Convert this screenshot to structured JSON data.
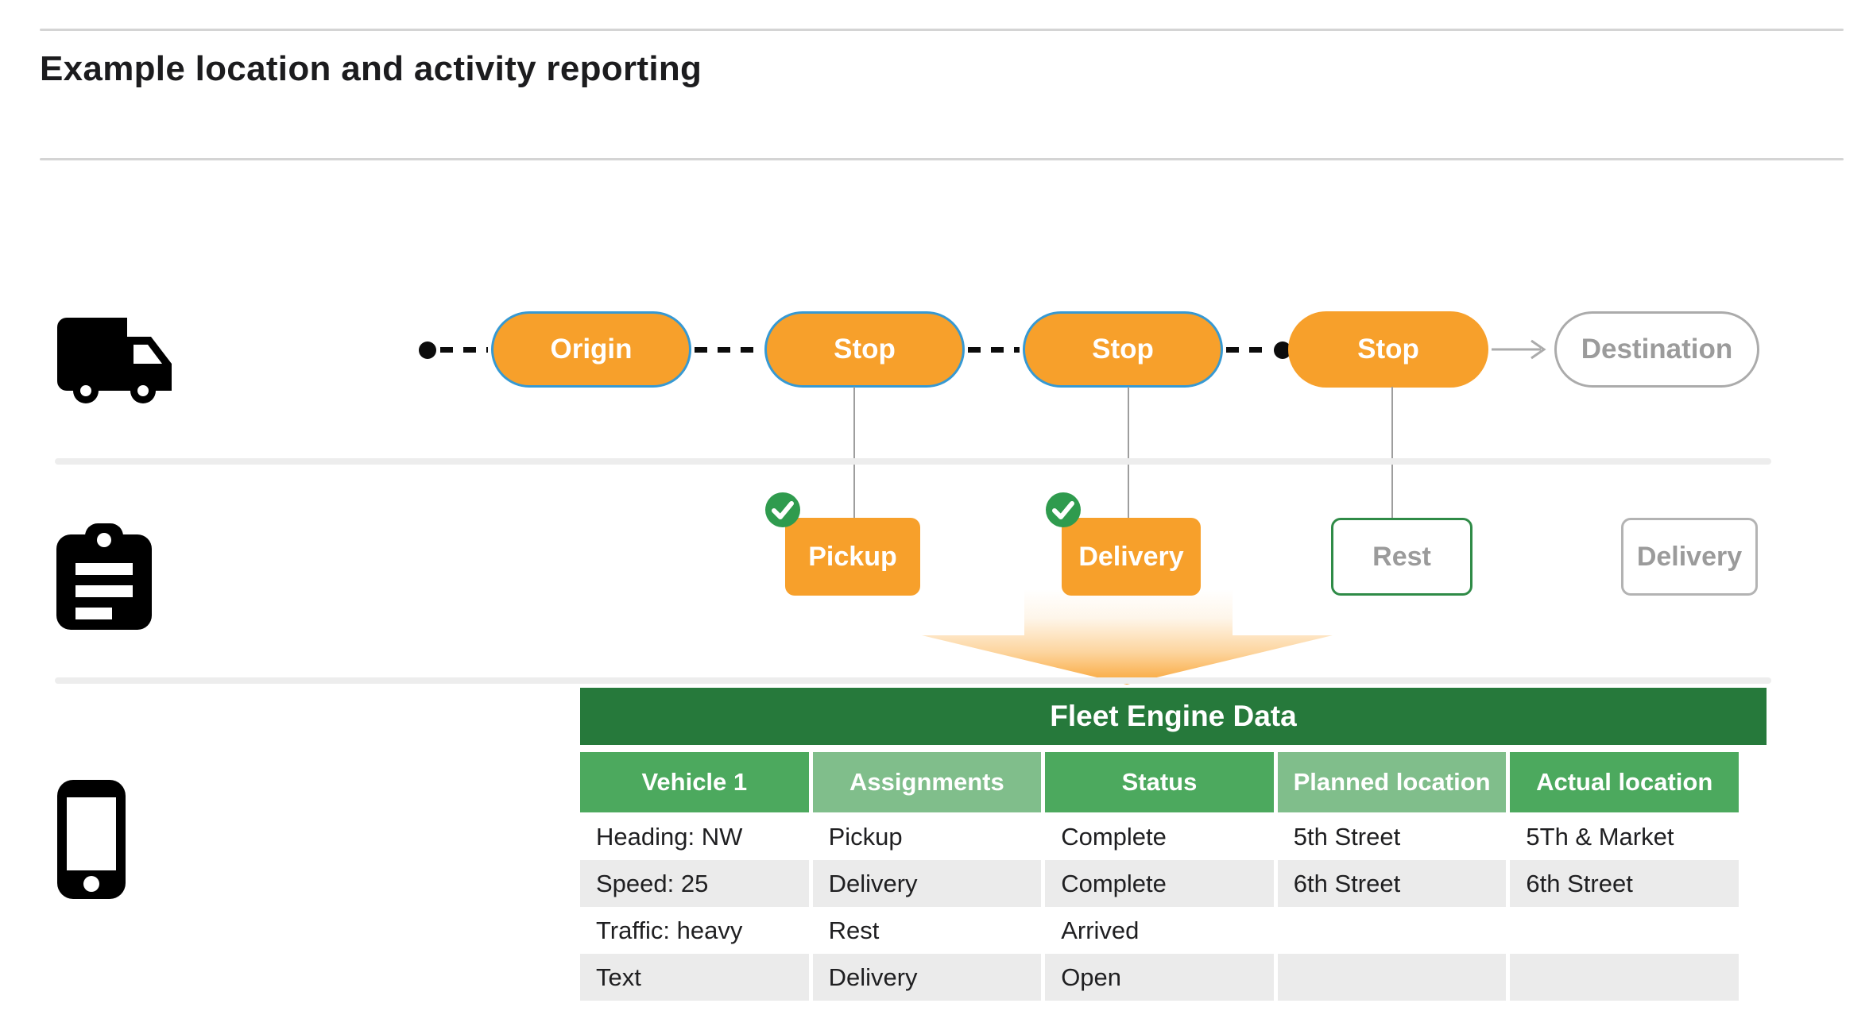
{
  "title": "Example location and activity reporting",
  "colors": {
    "orange": "#F7A02B",
    "blue_outline": "#3699D3",
    "green_banner": "#26793B",
    "green_header_medium": "#4CA95E",
    "green_header_light": "#80BE8B",
    "green_check": "#2F9B4E",
    "green_outline": "#2F8B47",
    "gray_row": "#EBEBEB",
    "gray_text": "#9B9B9B"
  },
  "route": {
    "nodes": [
      {
        "label": "Origin",
        "state": "visited"
      },
      {
        "label": "Stop",
        "state": "visited"
      },
      {
        "label": "Stop",
        "state": "visited"
      },
      {
        "label": "Stop",
        "state": "current"
      },
      {
        "label": "Destination",
        "state": "upcoming"
      }
    ]
  },
  "activities": [
    {
      "label": "Pickup",
      "completed": true
    },
    {
      "label": "Delivery",
      "completed": true
    },
    {
      "label": "Rest",
      "completed": false
    },
    {
      "label": "Delivery",
      "completed": false
    }
  ],
  "table": {
    "title": "Fleet Engine Data",
    "columns": [
      "Vehicle 1",
      "Assignments",
      "Status",
      "Planned location",
      "Actual location"
    ],
    "rows": [
      [
        "Heading: NW",
        "Pickup",
        "Complete",
        "5th Street",
        "5Th & Market"
      ],
      [
        "Speed: 25",
        "Delivery",
        "Complete",
        "6th Street",
        "6th Street"
      ],
      [
        "Traffic: heavy",
        "Rest",
        "Arrived",
        "",
        ""
      ],
      [
        "Text",
        "Delivery",
        "Open",
        "",
        ""
      ]
    ]
  }
}
